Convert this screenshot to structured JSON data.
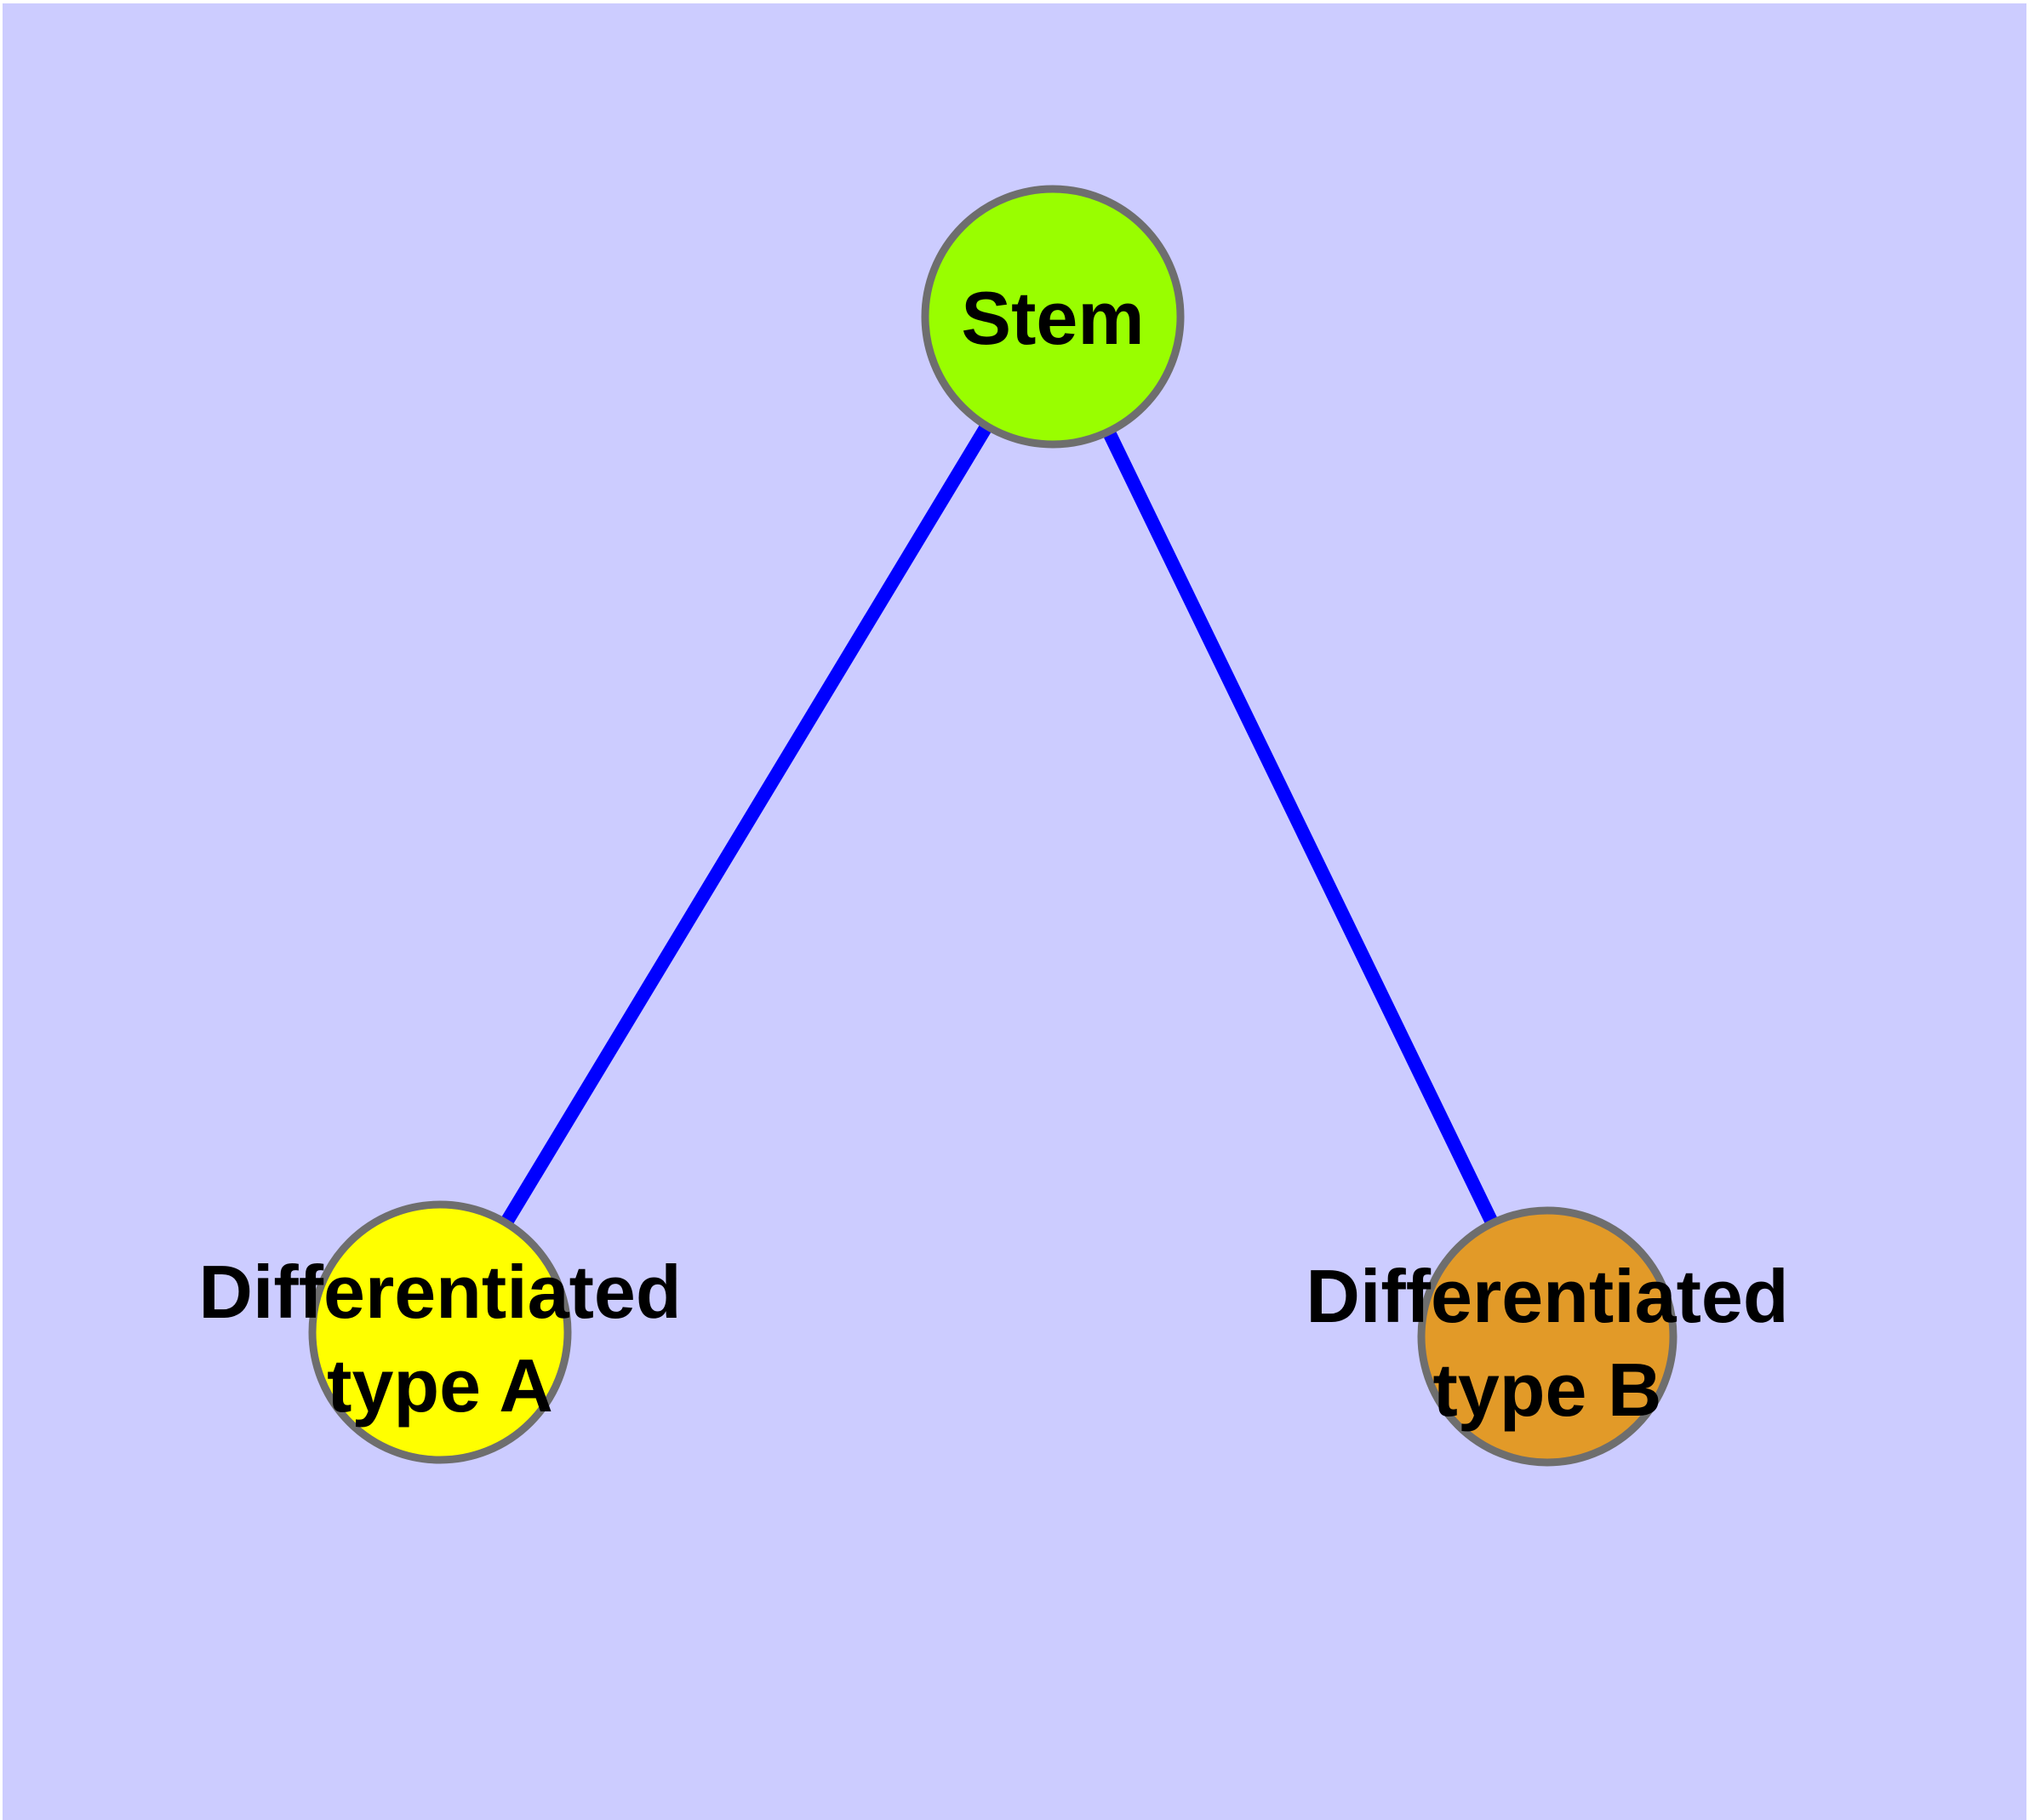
{
  "figure": {
    "background_color": "#ccccff",
    "margin_color": "#ffffff"
  },
  "graph": {
    "edge_color": "#0000ff",
    "node_border_color": "#6e6e6e",
    "label_color": "#000000",
    "nodes": [
      {
        "id": "stem",
        "label": "Stem",
        "color": "#99fe00"
      },
      {
        "id": "differentiated-type-a",
        "label_line1": "Differentiated",
        "label_line2": "type A",
        "color": "#ffff00"
      },
      {
        "id": "differentiated-type-b",
        "label_line1": "Differentiated",
        "label_line2": "type B",
        "color": "#e29a28"
      }
    ],
    "edges": [
      {
        "from": "Stem",
        "to": "Differentiated type A"
      },
      {
        "from": "Stem",
        "to": "Differentiated type B"
      }
    ]
  }
}
